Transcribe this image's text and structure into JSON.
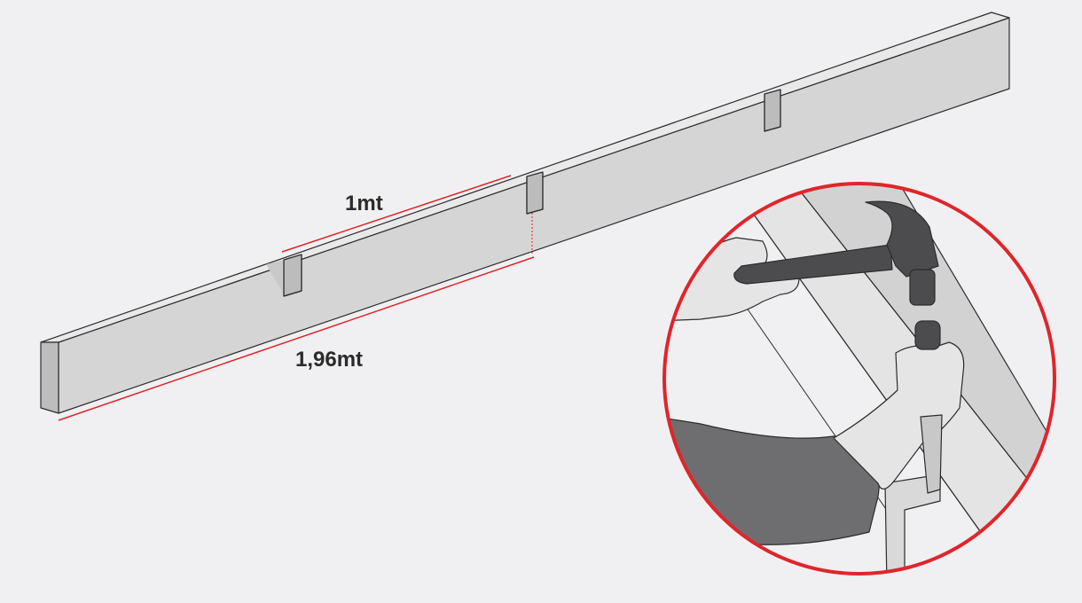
{
  "labels": {
    "short_measure": "1mt",
    "long_measure": "1,96mt"
  },
  "colors": {
    "background": "#f0f0f2",
    "beam_front": "#d5d5d5",
    "beam_top": "#e9e9e9",
    "beam_end": "#bdbdbd",
    "notch_shadow": "#bcbcbc",
    "outline": "#2c2c2c",
    "accent_red": "#e0252b",
    "hand": "#e5e5e5",
    "sleeve": "#6e6e70",
    "tool_dark": "#4c4c4e"
  },
  "icons": {
    "detail": "hammer-and-chisel-detail",
    "beam": "wooden-beam"
  }
}
